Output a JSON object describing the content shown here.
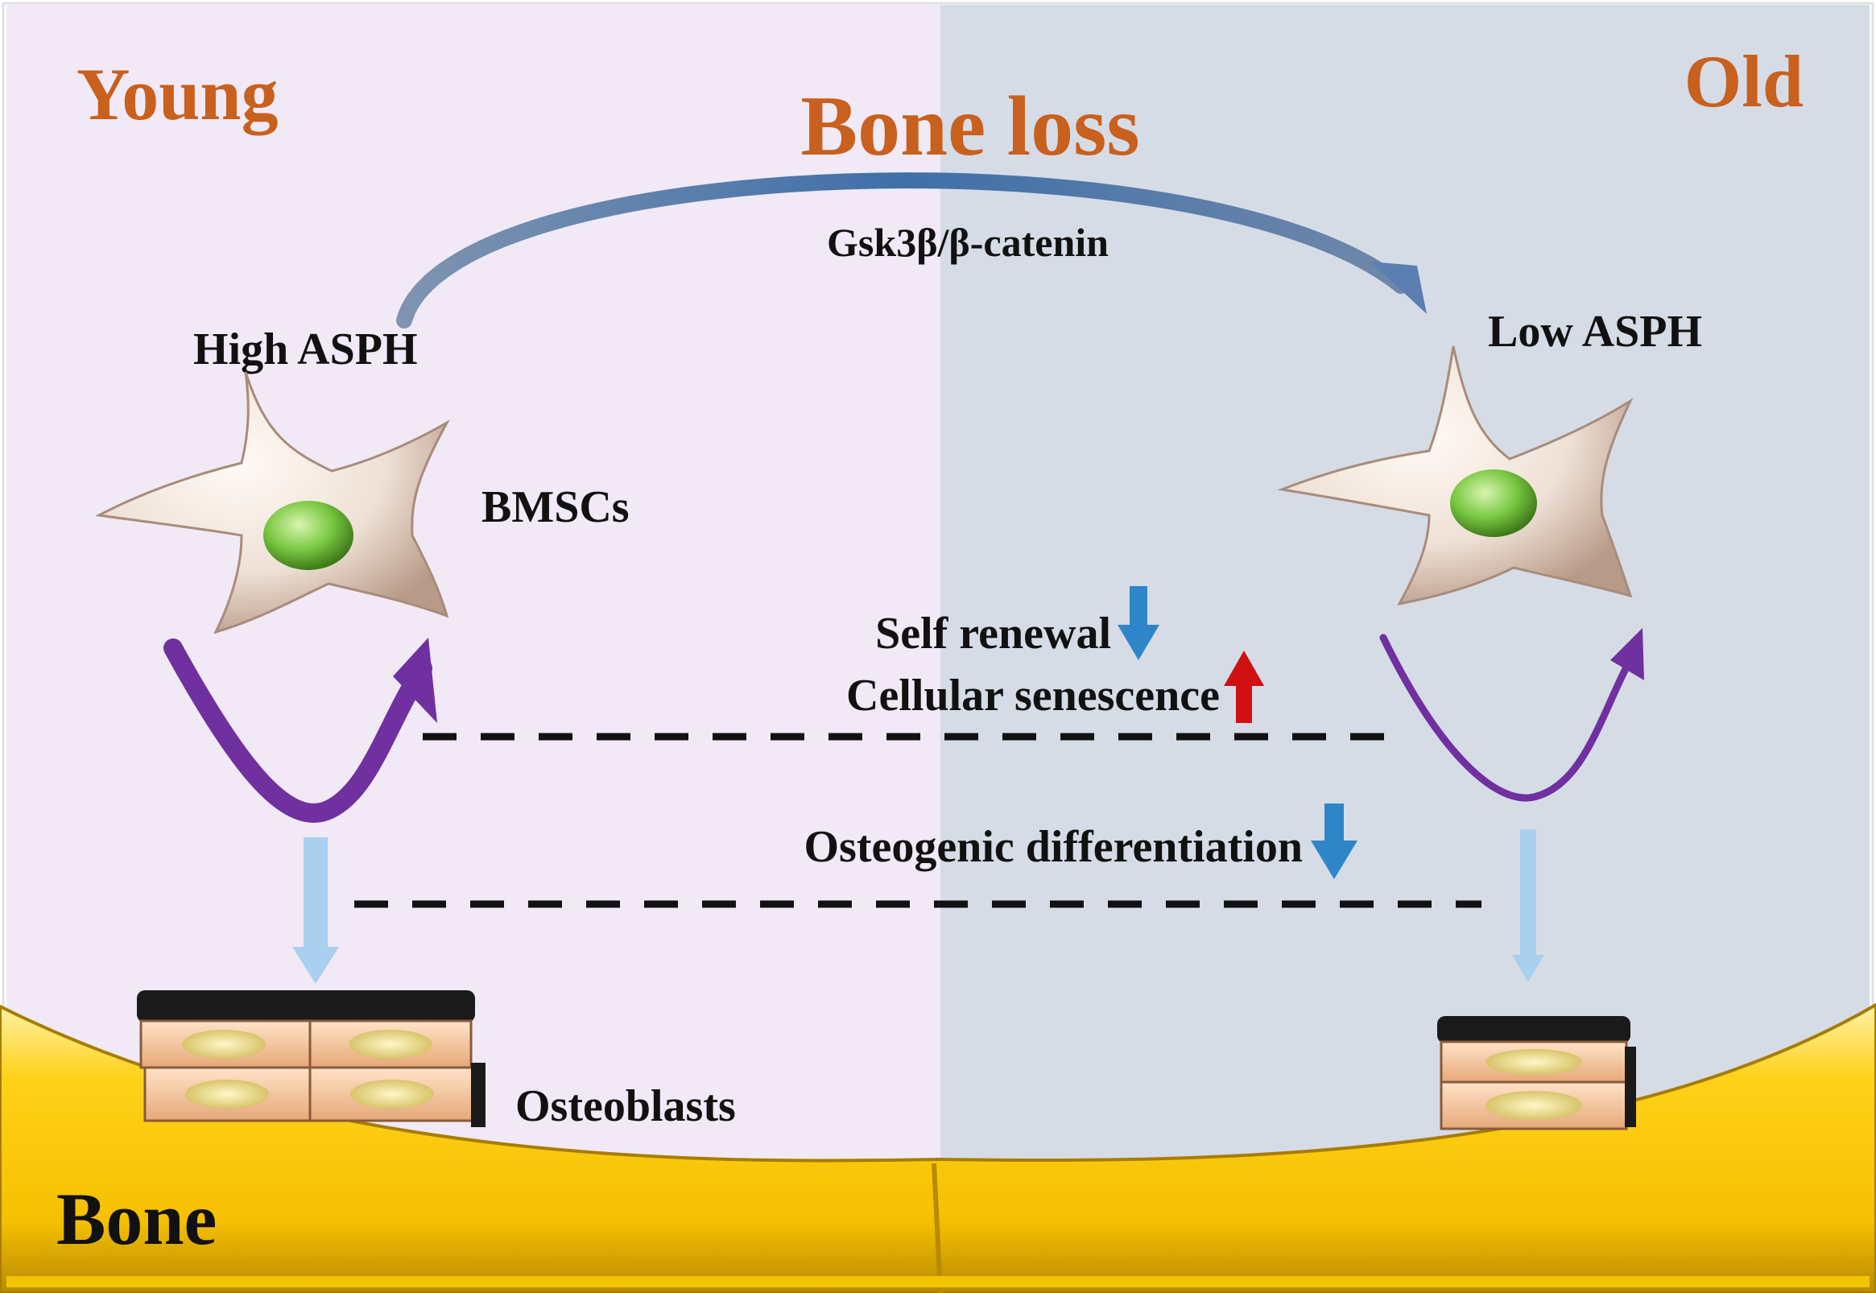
{
  "panels": {
    "young": "Young",
    "old": "Old"
  },
  "title": "Bone loss",
  "pathway": "Gsk3β/β-catenin",
  "young_level": "High ASPH",
  "old_level": "Low ASPH",
  "cell_label": "BMSCs",
  "effects": {
    "self_renewal": "Self renewal",
    "senescence": "Cellular senescence",
    "osteogenic": "Osteogenic differentiation"
  },
  "osteoblasts_label": "Osteoblasts",
  "bone_label": "Bone",
  "colors": {
    "young_bg": "#f1e9f6",
    "old_bg": "#d6dce6",
    "title_orange": "#c8601e",
    "bone_yellow": "#ffcc00",
    "cell_body": "#efe1d6",
    "nucleus_green": "#7ac943",
    "cycle_purple": "#7030a0",
    "arrow_blue": "#2e86c8",
    "arrow_red": "#d01010",
    "light_blue": "#a9d0ee",
    "pathway_arrow": "#4f81bd"
  },
  "icons": {
    "cell": "stem-cell-icon",
    "osteoblast": "osteoblast-stack-icon",
    "down": "down-arrow-icon",
    "up": "up-arrow-icon"
  }
}
